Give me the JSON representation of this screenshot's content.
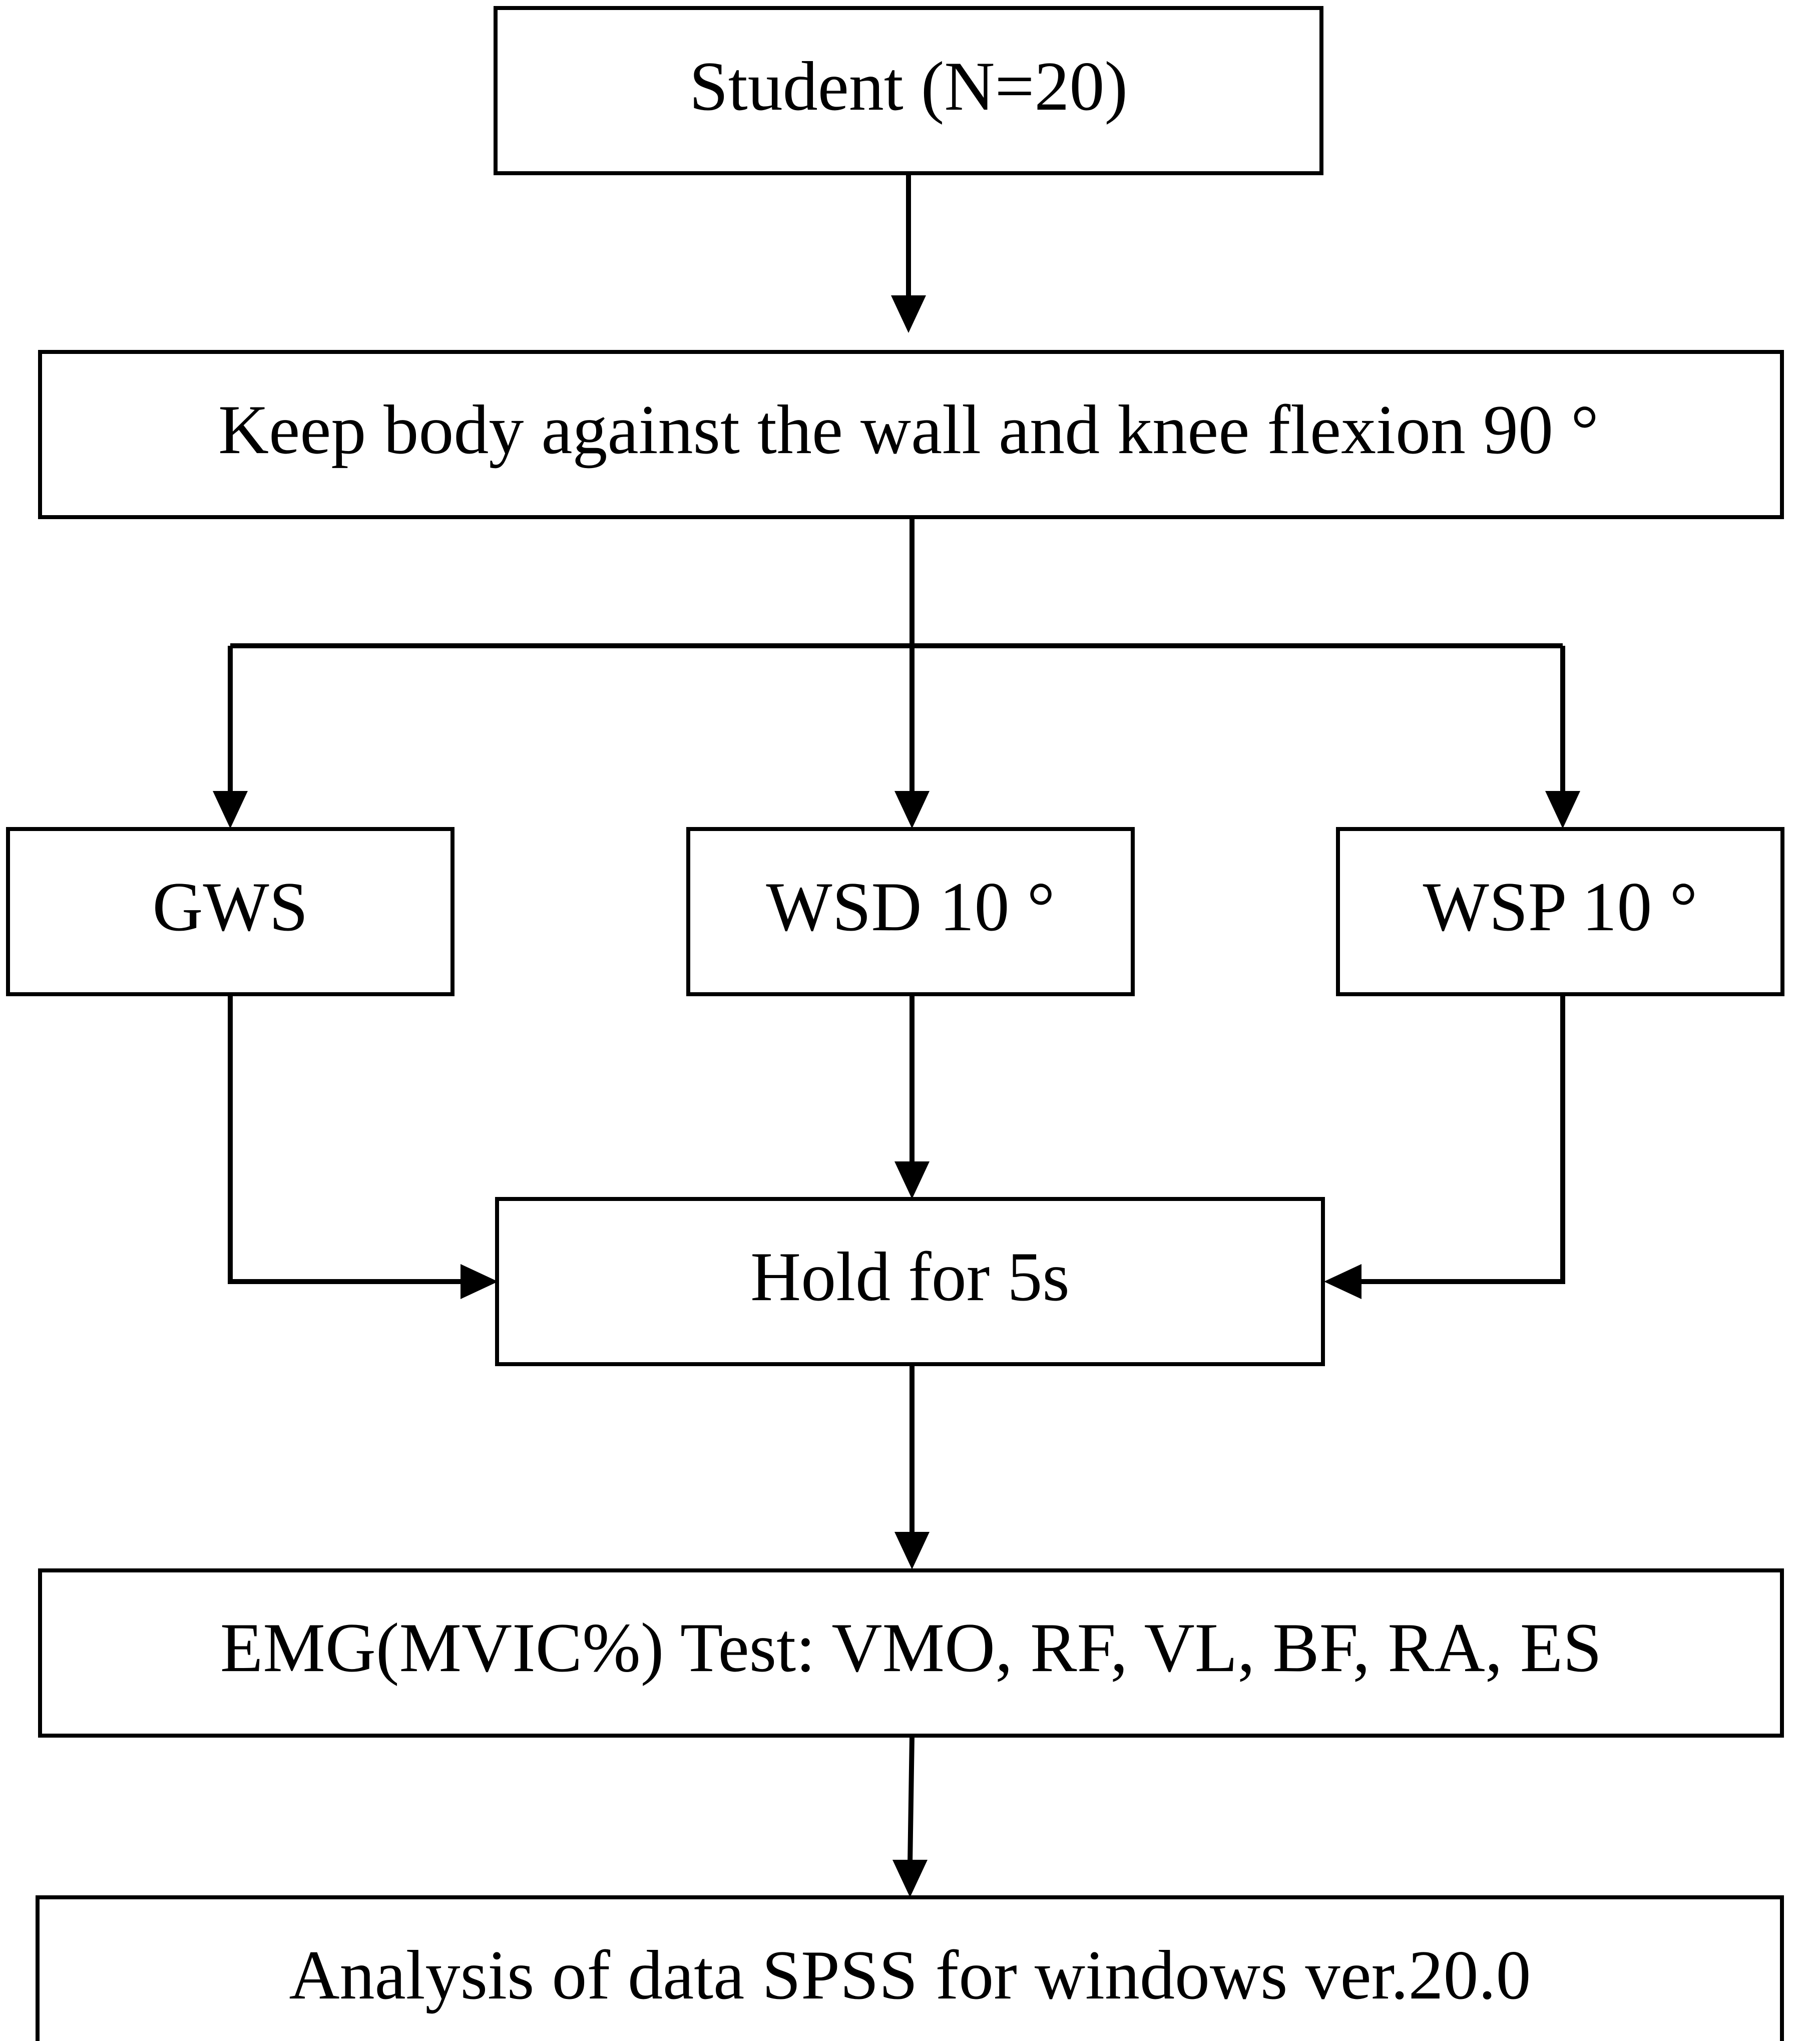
{
  "diagram": {
    "nodes": {
      "student": {
        "label": "Student (N=20)"
      },
      "keep_body": {
        "label": "Keep body against the wall and knee flexion 90 °"
      },
      "gws": {
        "label": "GWS"
      },
      "wsd": {
        "label": "WSD 10 °"
      },
      "wsp": {
        "label": "WSP 10 °"
      },
      "hold": {
        "label": "Hold for 5s"
      },
      "emg": {
        "label": "EMG(MVIC%) Test: VMO, RF, VL, BF, RA, ES"
      },
      "analysis": {
        "label": "Analysis of data SPSS for windows ver.20.0"
      }
    },
    "edges": [
      {
        "from": "student",
        "to": "keep_body"
      },
      {
        "from": "keep_body",
        "to": "gws"
      },
      {
        "from": "keep_body",
        "to": "wsd"
      },
      {
        "from": "keep_body",
        "to": "wsp"
      },
      {
        "from": "gws",
        "to": "hold"
      },
      {
        "from": "wsd",
        "to": "hold"
      },
      {
        "from": "wsp",
        "to": "hold"
      },
      {
        "from": "hold",
        "to": "emg"
      },
      {
        "from": "emg",
        "to": "analysis"
      }
    ]
  }
}
